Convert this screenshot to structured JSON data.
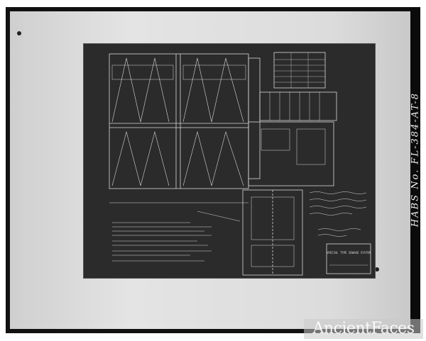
{
  "photo": {
    "caption": "HABS No. FL-384-AT-8",
    "watermark": "AncientFaces",
    "drawing_title": "SPECIAL TYPE SEWAGE SYSTEM",
    "colors": {
      "frame": "#111111",
      "paper": "#dcdcdc",
      "blueprint": "#2b2b2b",
      "linework": "#d8d8d8"
    }
  }
}
